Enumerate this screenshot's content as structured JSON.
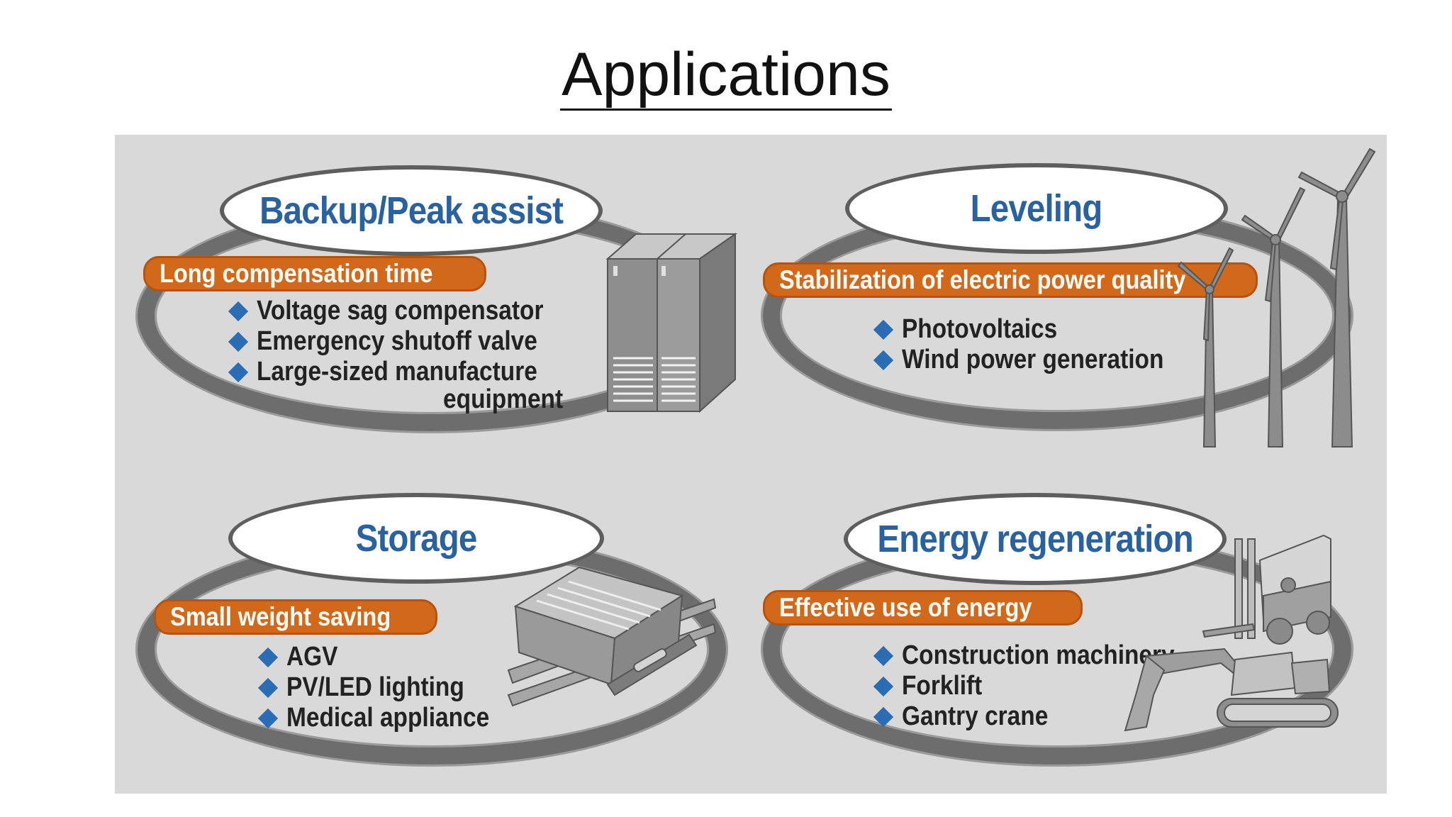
{
  "slide": {
    "title": "Applications"
  },
  "quadrants": {
    "backup": {
      "heading": "Backup/Peak assist",
      "tag": "Long compensation time",
      "items": [
        "Voltage sag compensator",
        "Emergency shutoff valve",
        "Large-sized manufacture"
      ],
      "item_continuation": "equipment",
      "icon": "server-cabinet-icon"
    },
    "leveling": {
      "heading": "Leveling",
      "tag": "Stabilization of electric power quality",
      "items": [
        "Photovoltaics",
        "Wind power generation"
      ],
      "icon": "wind-turbine-icon"
    },
    "storage": {
      "heading": "Storage",
      "tag": "Small weight saving",
      "items": [
        "AGV",
        "PV/LED lighting",
        "Medical appliance"
      ],
      "icon": "agv-vehicle-icon"
    },
    "regeneration": {
      "heading": "Energy regeneration",
      "tag": "Effective use of energy",
      "items": [
        "Construction machinery",
        "Forklift",
        "Gantry crane"
      ],
      "icon": "forklift-excavator-icon"
    }
  },
  "colors": {
    "heading_blue": "#2a62a0",
    "tag_orange": "#d2691a",
    "bullet_blue": "#2a6db5",
    "ring_gray": "#6d6d6d",
    "panel_gray": "#d9d9d9"
  }
}
